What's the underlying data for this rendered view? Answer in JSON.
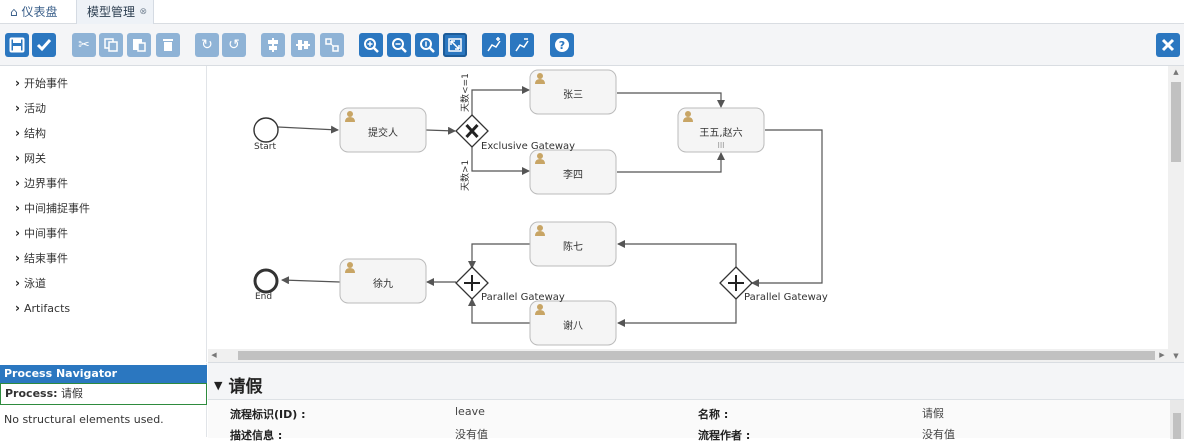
{
  "tabs": [
    {
      "label": "仪表盘",
      "icon": "home-icon"
    },
    {
      "label": "模型管理",
      "icon": "close-icon"
    }
  ],
  "tab_close_glyph": "⊗",
  "toolbar": {
    "buttons": [
      {
        "icon": "save-icon"
      },
      {
        "icon": "validate-check-icon"
      },
      {
        "icon": "cut-icon"
      },
      {
        "icon": "copy-icon"
      },
      {
        "icon": "paste-icon"
      },
      {
        "icon": "delete-icon"
      },
      {
        "icon": "redo-icon"
      },
      {
        "icon": "undo-icon"
      },
      {
        "icon": "align-horizontal-icon"
      },
      {
        "icon": "align-vertical-icon"
      },
      {
        "icon": "same-size-icon"
      },
      {
        "icon": "zoom-in-icon"
      },
      {
        "icon": "zoom-out-icon"
      },
      {
        "icon": "zoom-actual-icon"
      },
      {
        "icon": "zoom-fit-icon"
      },
      {
        "icon": "bend-add-icon"
      },
      {
        "icon": "bend-remove-icon"
      },
      {
        "icon": "help-icon"
      },
      {
        "icon": "close-editor-icon"
      }
    ]
  },
  "palette": {
    "items": [
      "开始事件",
      "活动",
      "结构",
      "网关",
      "边界事件",
      "中间捕捉事件",
      "中间事件",
      "结束事件",
      "泳道",
      "Artifacts"
    ]
  },
  "navigator": {
    "header": "Process Navigator",
    "process_label": "Process:",
    "process_name": "请假",
    "empty_text": "No structural elements used."
  },
  "diagram": {
    "start_label": "Start",
    "end_label": "End",
    "tasks": [
      "提交人",
      "张三",
      "李四",
      "王五,赵六",
      "陈七",
      "谢八",
      "徐九"
    ],
    "exclusive_gateway_label": "Exclusive Gateway",
    "parallel_gateway_split_label": "Parallel Gateway",
    "parallel_gateway_join_label": "Parallel Gateway",
    "cond_top": "天数<=1",
    "cond_bottom": "天数>1",
    "multi_instance_marker": "III"
  },
  "properties": {
    "title": "请假",
    "rows": [
      {
        "label": "流程标识(ID) :",
        "value": "leave",
        "label2": "名称 :",
        "value2": "请假"
      },
      {
        "label": "描述信息 :",
        "value": "没有值",
        "label2": "流程作者 :",
        "value2": "没有值"
      }
    ]
  },
  "colors": {
    "accent": "#2b77c0",
    "accent_light": "#8fb3d6",
    "navigator_border": "#2e8b3e",
    "user_icon": "#c8a565"
  }
}
